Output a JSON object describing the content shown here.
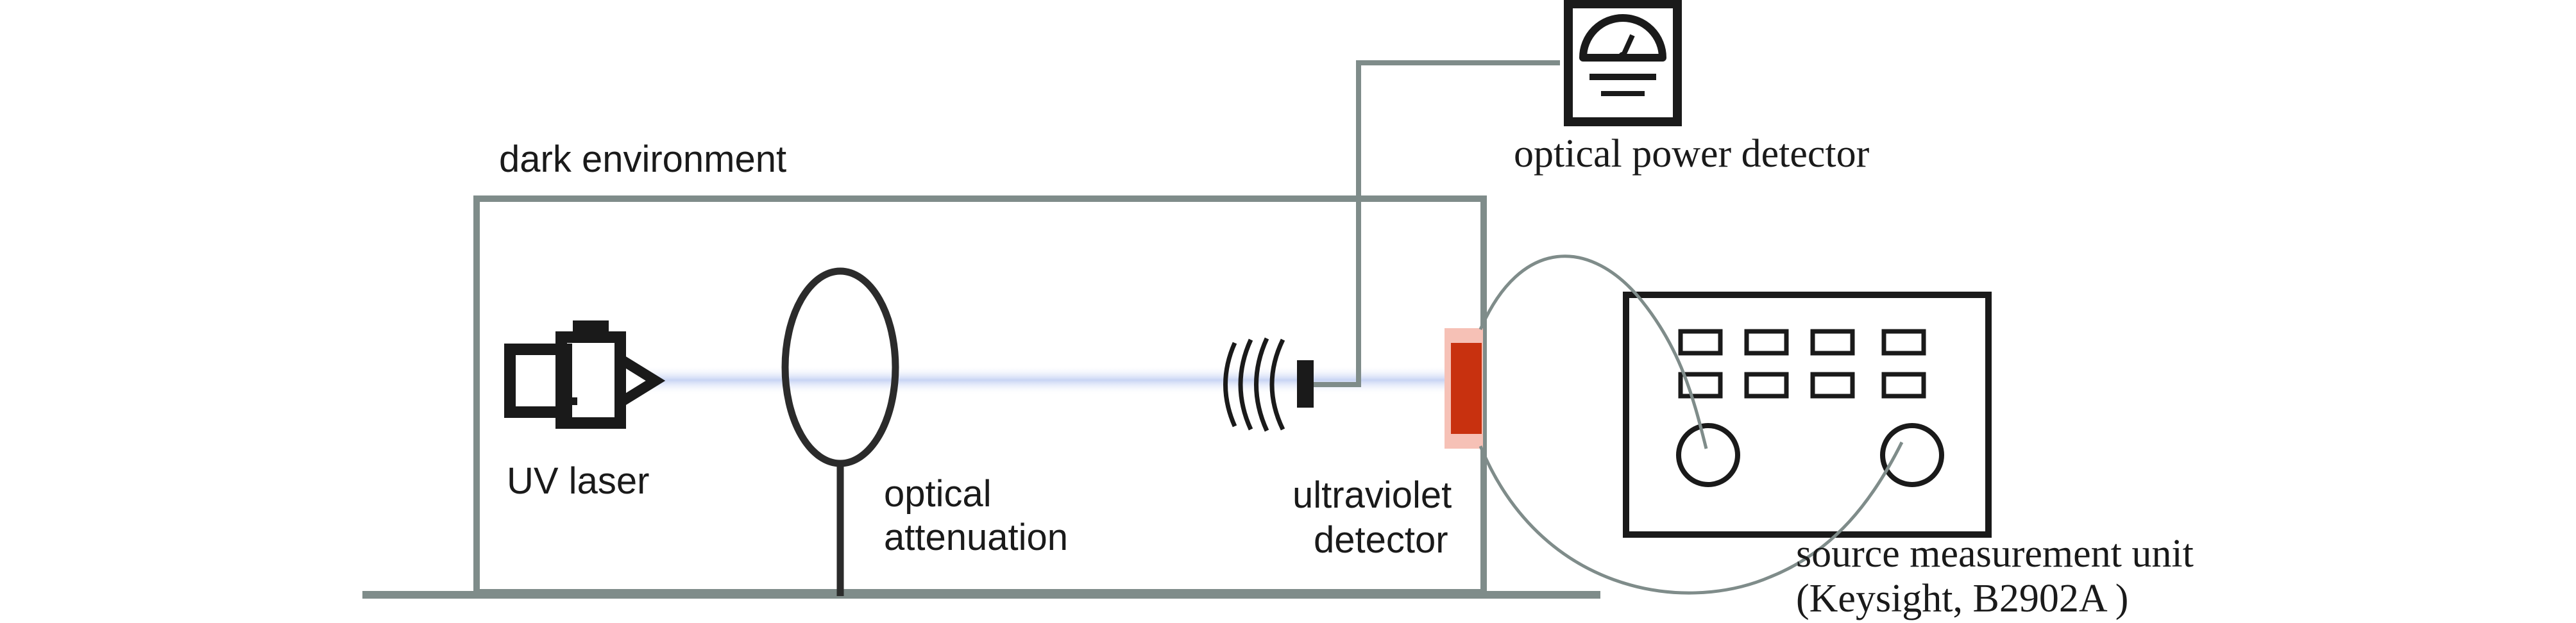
{
  "labels": {
    "dark_environment": "dark environment",
    "optical_power_detector": "optical power detector",
    "uv_laser": "UV laser",
    "optical_attenuation_line1": "optical",
    "optical_attenuation_line2": "attenuation",
    "ultraviolet_detector_line1": "ultraviolet",
    "ultraviolet_detector_line2": "detector",
    "smu_line1": "source measurement unit",
    "smu_line2": "(Keysight, B2902A )"
  },
  "icons": {
    "laser": "uv-laser-icon",
    "attenuator": "optical-attenuator-icon",
    "power_meter": "power-meter-gauge-icon",
    "smu": "source-measurement-unit-icon"
  },
  "colors": {
    "enclosure": "#7f8c8a",
    "wire": "#7f8c8a",
    "beam": "#c8d4f4",
    "detector": "#c8310f",
    "detector_glow": "#f6c1b6",
    "ink": "#1a1a1a"
  }
}
